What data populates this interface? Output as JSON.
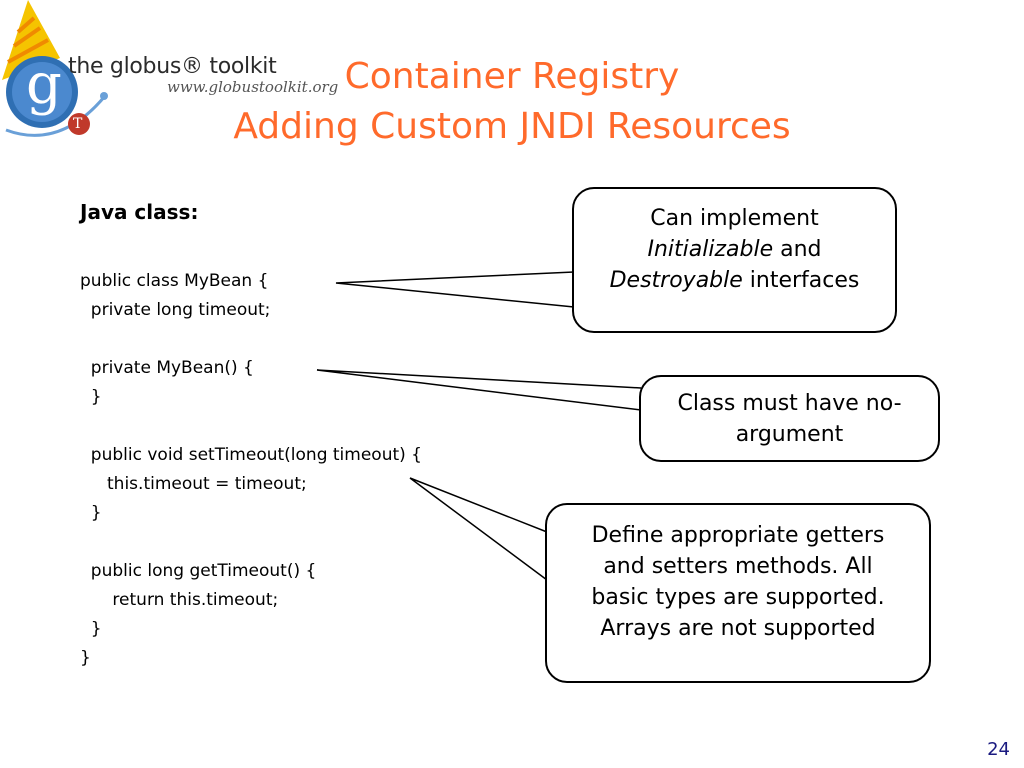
{
  "logo": {
    "name": "the globus® toolkit",
    "url": "www.globustoolkit.org",
    "letter": "g",
    "badge": "T"
  },
  "title": {
    "line1": "Container Registry",
    "line2": "Adding Custom JNDI Resources"
  },
  "section_heading": "Java class:",
  "code_lines": [
    "public class MyBean {",
    "  private long timeout;",
    "",
    "  private MyBean() {",
    "  }",
    "",
    "  public void setTimeout(long timeout) {",
    "     this.timeout = timeout;",
    "  }",
    "",
    "  public long getTimeout() {",
    "      return this.timeout;",
    "  }",
    "}"
  ],
  "callouts": {
    "interfaces": {
      "line1": "Can implement",
      "italic1": "Initializable",
      "and": " and",
      "italic2": "Destroyable",
      "tail": " interfaces"
    },
    "constructor": {
      "line1": "Class must have no-",
      "line2": "argument"
    },
    "accessors": {
      "line1": "Define appropriate getters",
      "line2": "and setters methods. All",
      "line3": "basic types are supported.",
      "line4": "Arrays are not supported"
    }
  },
  "page_number": "24",
  "colors": {
    "title": "#ff6a2b",
    "logo_blue": "#2f6fb3",
    "hat_yellow": "#f5c400",
    "badge_red": "#c0392b"
  }
}
